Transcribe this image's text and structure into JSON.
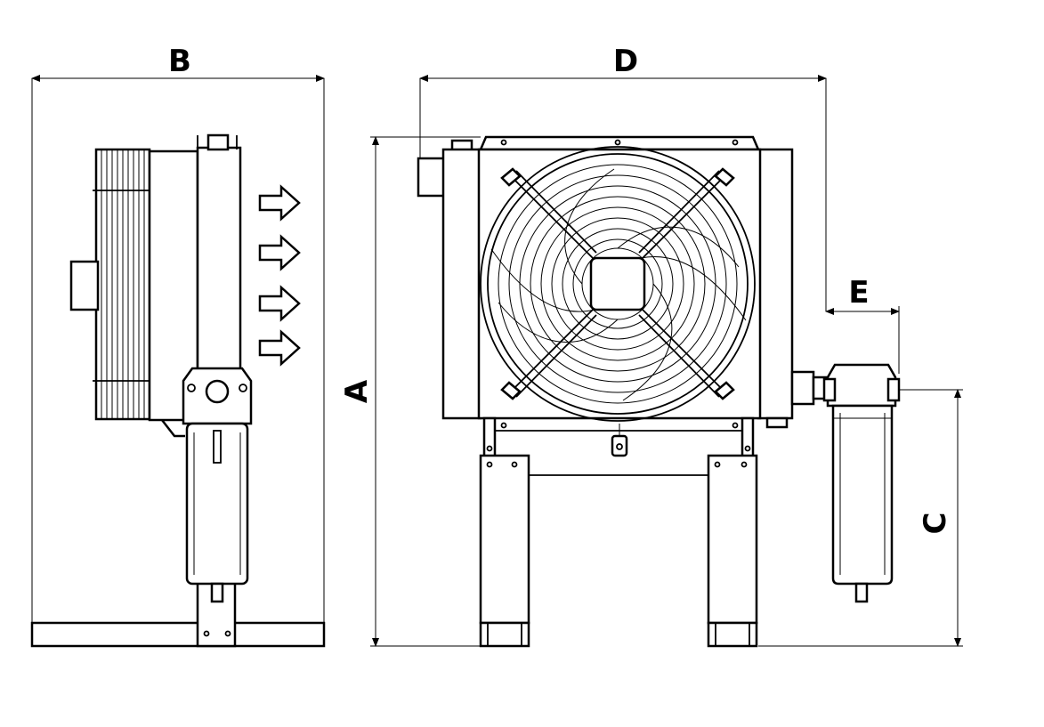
{
  "dimensions": {
    "A": "A",
    "B": "B",
    "C": "C",
    "D": "D",
    "E": "E"
  },
  "icons": {
    "airflow": "right-arrow-outline-icon",
    "fan": "fan-guard-icon",
    "filter": "filter-housing-icon"
  },
  "colors": {
    "line": "#000000",
    "background": "#ffffff"
  }
}
